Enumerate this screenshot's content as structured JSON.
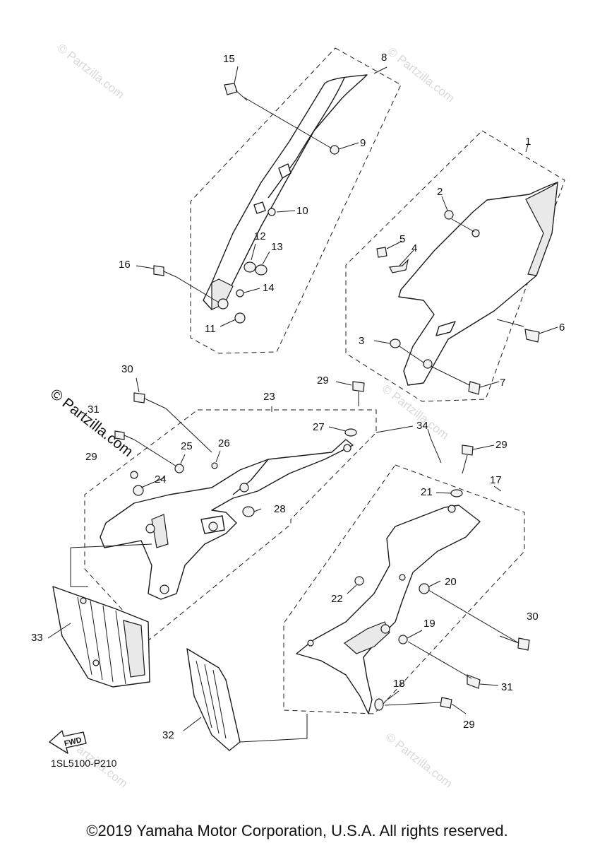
{
  "diagram": {
    "code": "1SL5100-P210",
    "copyright": "©2019 Yamaha Motor Corporation, U.S.A. All rights reserved.",
    "fwd_label": "FWD",
    "watermark": "© Partzilla.com",
    "callouts": {
      "c1": "1",
      "c2": "2",
      "c3": "3",
      "c4": "4",
      "c5": "5",
      "c6": "6",
      "c7": "7",
      "c8": "8",
      "c9": "9",
      "c10": "10",
      "c11": "11",
      "c12": "12",
      "c13": "13",
      "c14": "14",
      "c15": "15",
      "c16": "16",
      "c17": "17",
      "c18": "18",
      "c19": "19",
      "c20": "20",
      "c21": "21",
      "c22": "22",
      "c23": "23",
      "c24": "24",
      "c25": "25",
      "c26": "26",
      "c27": "27",
      "c28": "28",
      "c29": "29",
      "c30": "30",
      "c31": "31",
      "c32": "32",
      "c33": "33",
      "c34": "34"
    }
  }
}
